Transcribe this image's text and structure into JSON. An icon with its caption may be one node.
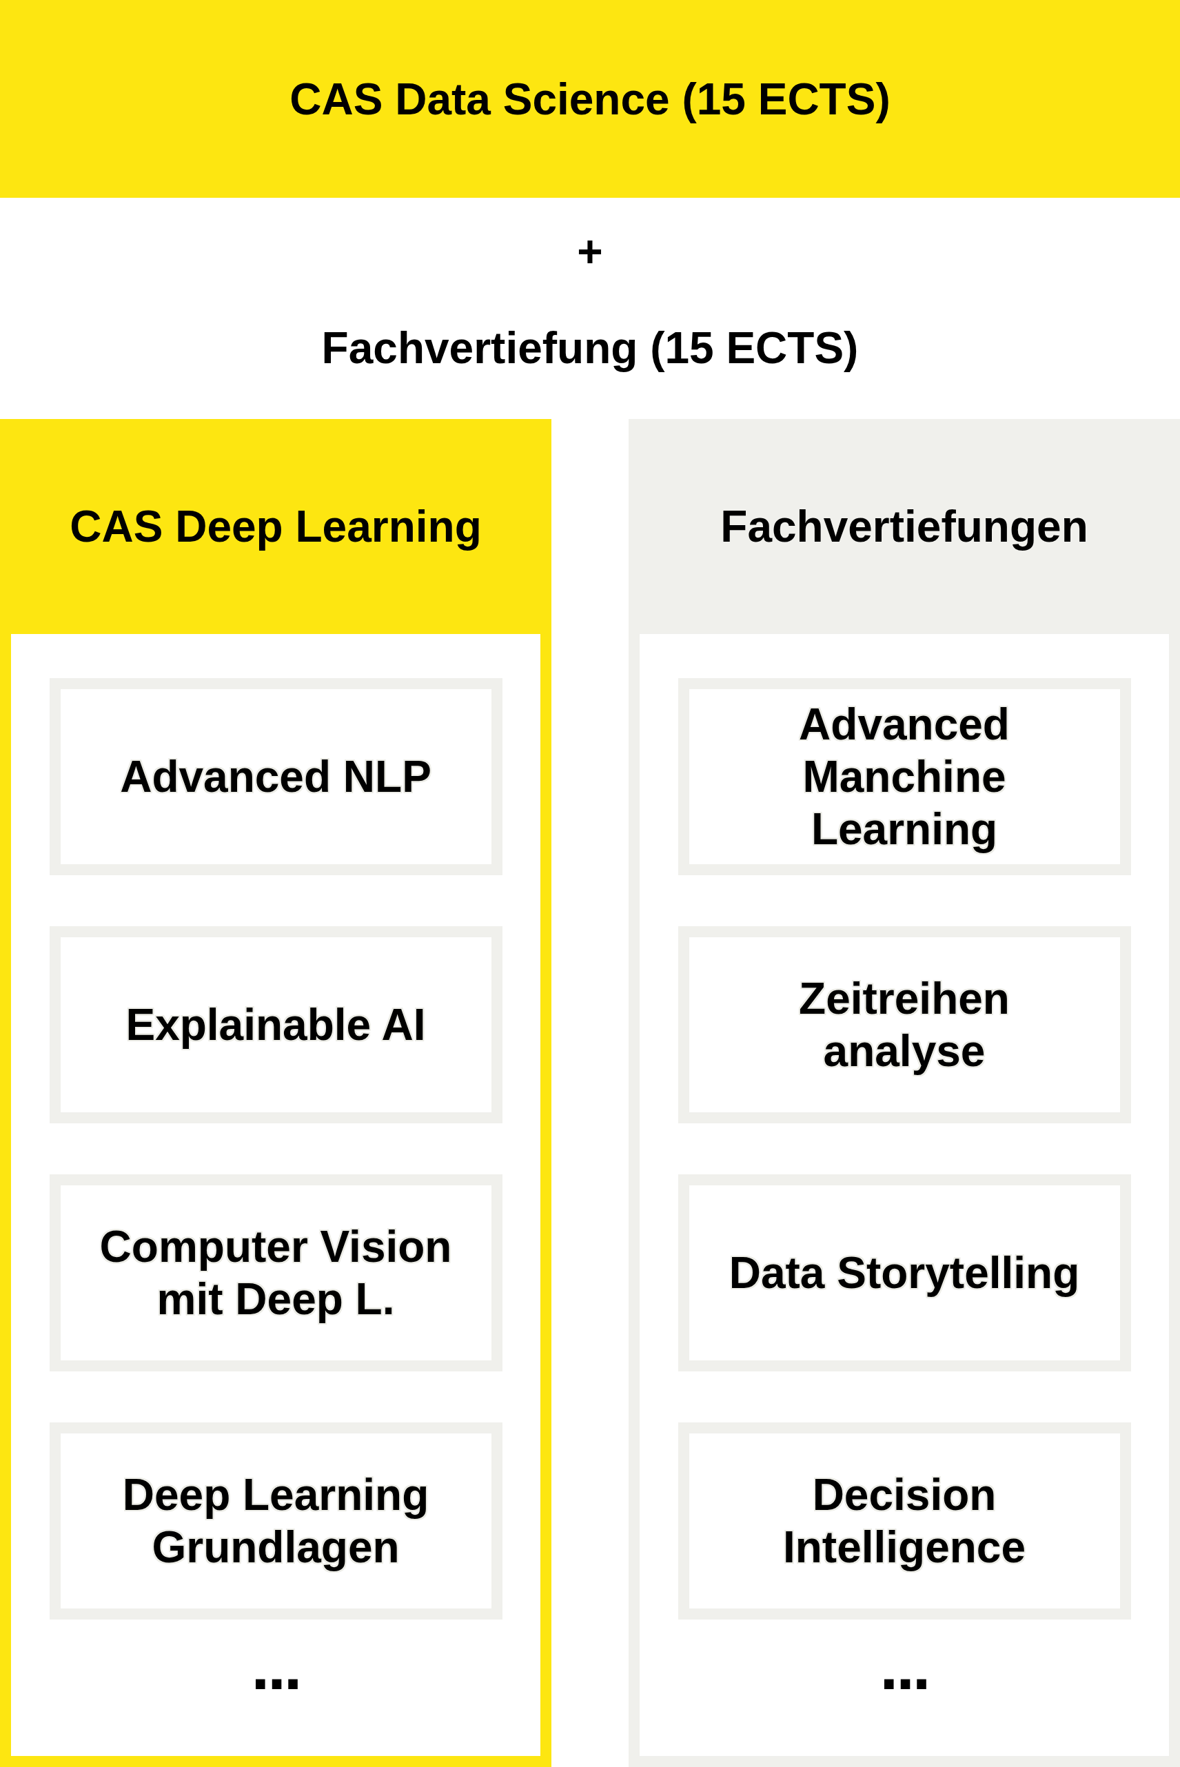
{
  "diagram": {
    "nodes": [
      {
        "text": [
          "CAS Data Science (15 ECTS)"
        ]
      },
      {
        "text": [
          "CAS Deep Learning",
          "..."
        ]
      },
      {
        "text": [
          "Advanced NLP"
        ],
        "in": 1
      },
      {
        "text": [
          "Explainable AI"
        ],
        "in": 1
      },
      {
        "text": [
          "Computer Vision mit Deep L."
        ],
        "in": 1
      },
      {
        "text": [
          "Deep Learning Grundlagen"
        ],
        "in": 1
      },
      {
        "text": [
          "Fachvertiefungen",
          "..."
        ]
      },
      {
        "text": [
          "Advanced Manchine Learning"
        ],
        "in": 6
      },
      {
        "text": [
          "Zeitreihen analyse"
        ],
        "in": 6
      },
      {
        "text": [
          "Data Storytelling"
        ],
        "in": 6
      },
      {
        "text": [
          "Decision Intelligence"
        ],
        "in": 6
      }
    ],
    "labels": [
      "+",
      "Fachvertiefung (15 ECTS)"
    ]
  }
}
